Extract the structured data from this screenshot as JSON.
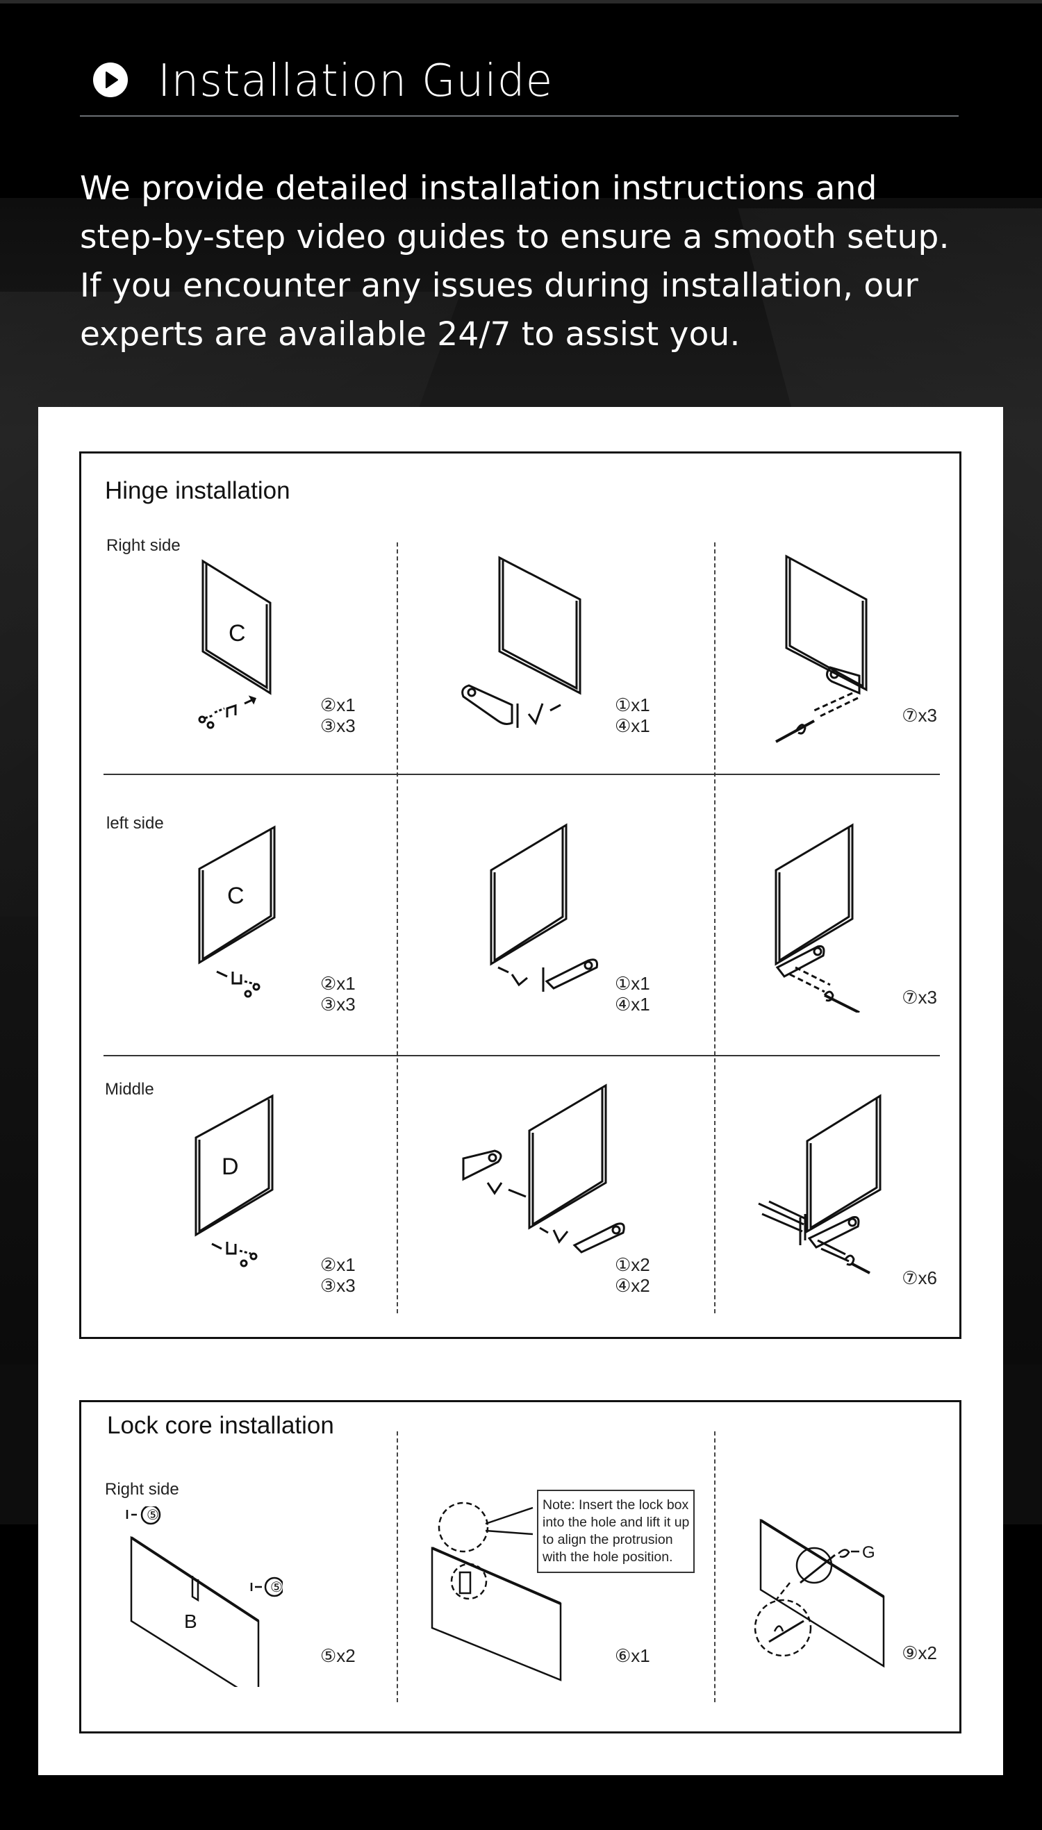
{
  "header": {
    "icon": "play-circle-icon",
    "title": "Installation Guide"
  },
  "intro": {
    "lines": [
      "We provide detailed installation instructions and",
      "step-by-step video guides to ensure a smooth setup.",
      "If you encounter any issues during installation, our",
      "experts are available 24/7 to assist you."
    ]
  },
  "hinge": {
    "title": "Hinge installation",
    "rows": [
      {
        "label": "Right side",
        "steps": [
          {
            "panel_letter": "C",
            "qty": [
              "②x1",
              "③x3"
            ]
          },
          {
            "panel_letter": "",
            "qty": [
              "①x1",
              "④x1"
            ]
          },
          {
            "panel_letter": "",
            "qty": [
              "⑦x3"
            ]
          }
        ]
      },
      {
        "label": "left side",
        "steps": [
          {
            "panel_letter": "C",
            "qty": [
              "②x1",
              "③x3"
            ]
          },
          {
            "panel_letter": "",
            "qty": [
              "①x1",
              "④x1"
            ]
          },
          {
            "panel_letter": "",
            "qty": [
              "⑦x3"
            ]
          }
        ]
      },
      {
        "label": "Middle",
        "steps": [
          {
            "panel_letter": "D",
            "qty": [
              "②x1",
              "③x3"
            ]
          },
          {
            "panel_letter": "",
            "qty": [
              "①x2",
              "④x2"
            ]
          },
          {
            "panel_letter": "",
            "qty": [
              "⑦x6"
            ]
          }
        ]
      }
    ]
  },
  "lock": {
    "title": "Lock core installation",
    "row_label": "Right side",
    "steps": [
      {
        "panel_letter": "B",
        "callout": "⑤",
        "qty": [
          "⑤x2"
        ]
      },
      {
        "note": [
          "Note: Insert the lock box",
          "into the hole and lift it up",
          "to align the protrusion",
          "with the hole position."
        ],
        "qty": [
          "⑥x1"
        ]
      },
      {
        "callout": "G",
        "qty": [
          "⑨x2"
        ]
      }
    ]
  },
  "colors": {
    "page_bg": "#000000",
    "sheet_bg": "#ffffff",
    "rule": "#6b6f74",
    "text_light": "#ffffff",
    "text_dark": "#111111"
  }
}
